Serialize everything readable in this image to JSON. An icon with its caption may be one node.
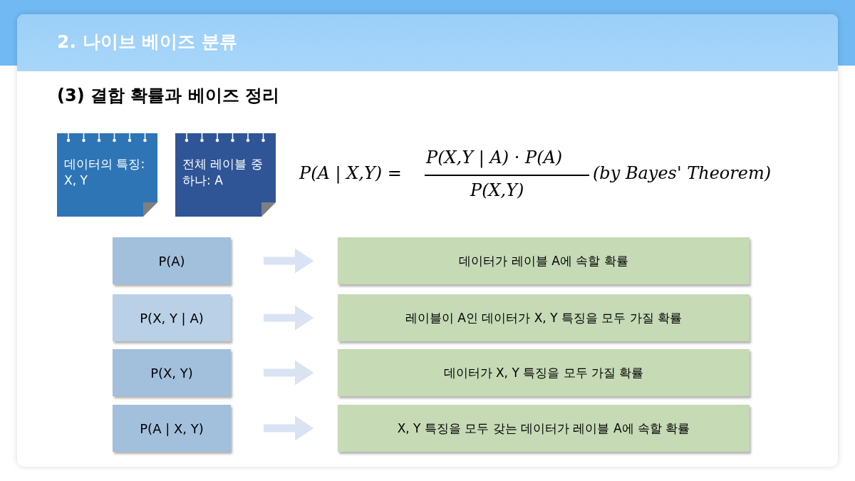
{
  "diagram": {
    "title": "2. 나이브 베이즈 분류",
    "nodes": [
      {
        "text": [
          "데이터의 특징: X, Y"
        ]
      },
      {
        "text": [
          "전체 레이블 중 하나: A"
        ]
      },
      {
        "text": [
          "P(A)"
        ]
      },
      {
        "text": [
          "P(X, Y | A)"
        ]
      },
      {
        "text": [
          "P(X, Y)"
        ]
      },
      {
        "text": [
          "P(A | X, Y)"
        ]
      },
      {
        "text": [
          "데이터가 레이블 A에 속할 확률"
        ]
      },
      {
        "text": [
          "레이블이 A인 데이터가 X, Y 특징을 모두 가질 확률"
        ]
      },
      {
        "text": [
          "데이터가 X, Y 특징을 모두 가질 확률"
        ]
      },
      {
        "text": [
          "X, Y 특징을 모두 갖는 데이터가 레이블 A에 속할 확률"
        ]
      }
    ],
    "edges": [
      {
        "from": 2,
        "to": 6,
        "arrow": "to"
      },
      {
        "from": 3,
        "to": 7,
        "arrow": "to"
      },
      {
        "from": 4,
        "to": 8,
        "arrow": "to"
      },
      {
        "from": 5,
        "to": 9,
        "arrow": "to"
      }
    ],
    "labels": [
      "(3) 결합 확률과 베이즈 정리",
      "P(A | X,Y) =",
      "P(X,Y | A) · P(A)",
      "P(X,Y)",
      "(by Bayes' Theorem)"
    ]
  }
}
